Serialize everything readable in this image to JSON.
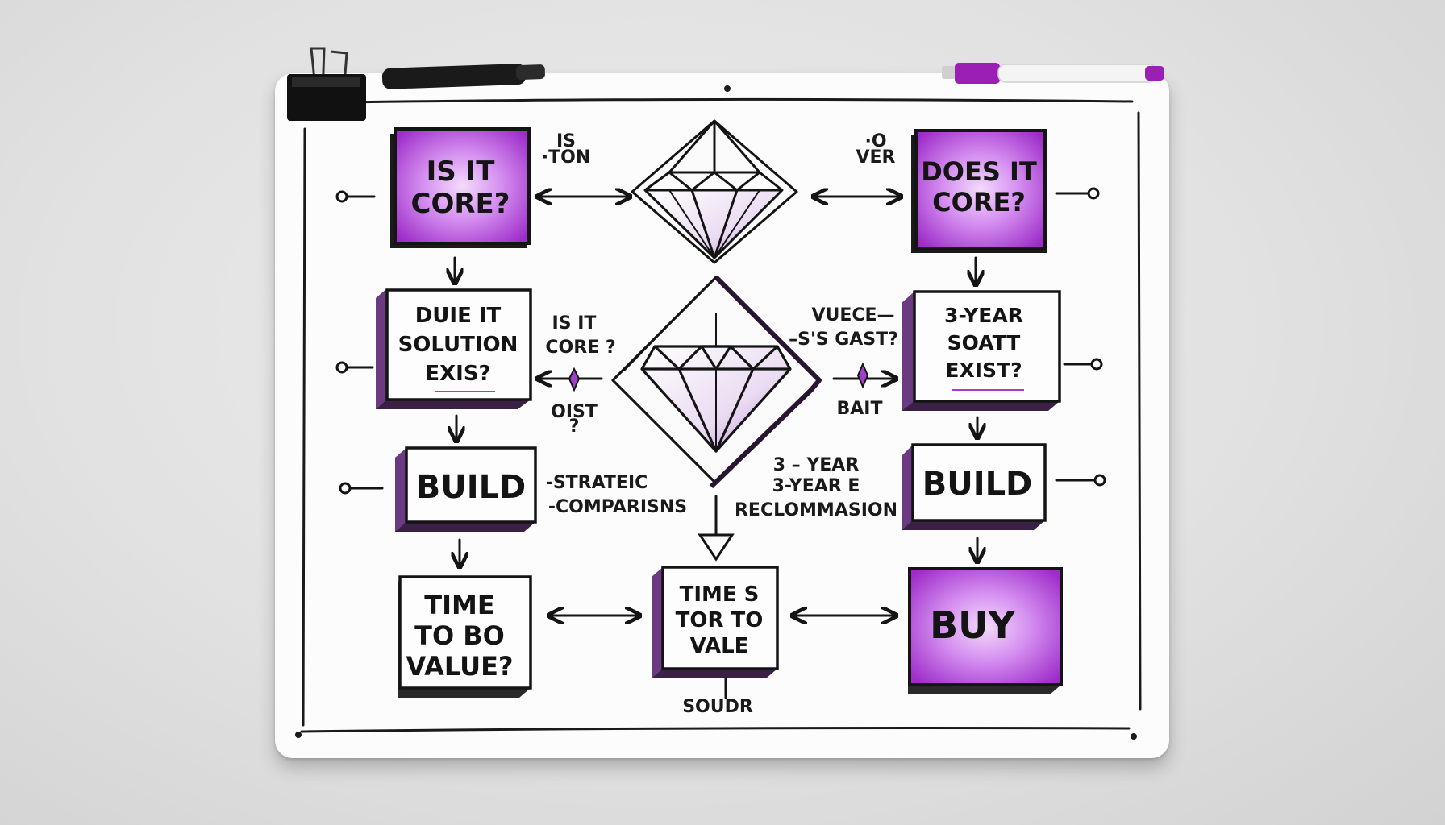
{
  "boxes": {
    "is_it_core": [
      "IS IT",
      "CORE?"
    ],
    "does_it_core": [
      "DOES IT",
      "CORE?"
    ],
    "duie_it_solution": [
      "DUIE IT",
      "SOLUTION",
      "EXIS?"
    ],
    "three_year_soatt": [
      "3-YEAR",
      "SOATT",
      "EXIST?"
    ],
    "build_left": [
      "BUILD"
    ],
    "build_right": [
      "BUILD"
    ],
    "time_to_bo_value": [
      "TIME",
      "TO BO",
      "VALUE?"
    ],
    "time_s_tor_to_vale": [
      "TIME S",
      "TOR TO",
      "VALE"
    ],
    "buy": [
      "BUY"
    ]
  },
  "notes": {
    "is_ton": [
      "IS",
      "·TON"
    ],
    "o_ver": [
      "·O",
      "VER"
    ],
    "is_it_core_mid": [
      "IS IT",
      "CORE ?"
    ],
    "vuece": [
      "VUECE—",
      "–S'S GAST?"
    ],
    "oist": [
      "OIST",
      "?"
    ],
    "bait": [
      "BAIT"
    ],
    "strategic": [
      "-STRATEIC",
      "-COMPARISNS"
    ],
    "recommendation": [
      "3 – YEAR",
      "3-YEAR E",
      "RECLOMMASION"
    ],
    "soudr": [
      "SOUDR"
    ]
  },
  "colors": {
    "ink": "#141414",
    "purple": "#a13fc9",
    "purple_light": "#d9a3ee",
    "board": "#fcfcfc",
    "marker_cap": "#9b1fb5"
  }
}
